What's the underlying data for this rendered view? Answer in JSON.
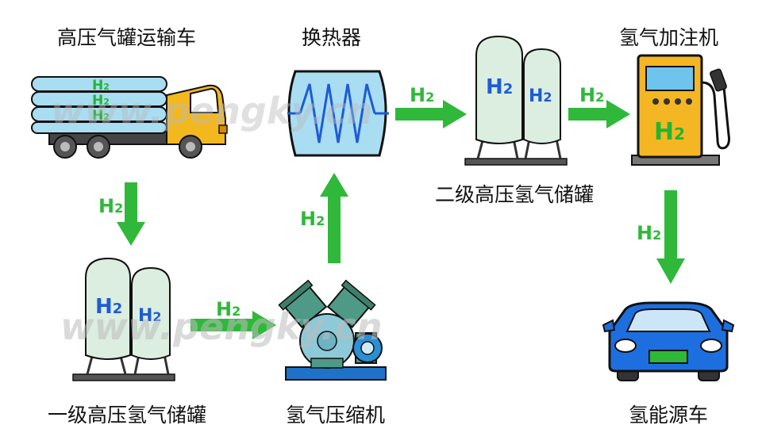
{
  "labels": {
    "truck": "高压气罐运输车",
    "heat_exchanger": "换热器",
    "stage2_tank": "二级高压氢气储罐",
    "dispenser": "氢气加注机",
    "stage1_tank": "一级高压氢气储罐",
    "compressor": "氢气压缩机",
    "vehicle": "氢能源车"
  },
  "gas_symbol": "H",
  "gas_subscript": "2",
  "watermark": "www.pengky.cn",
  "colors": {
    "arrow": "#2fb83a",
    "h2_green": "#22b533",
    "h2_blue": "#1f5bd6",
    "tank": "#dbeee0",
    "truck_cab": "#f2b81e",
    "pipe": "#a9ddf2",
    "pump": "#f5b623",
    "pump_screen": "#6fc4ee",
    "car": "#1d6fe0",
    "compressor_body": "#8ec9d8",
    "compressor_base": "#1e73c8"
  }
}
